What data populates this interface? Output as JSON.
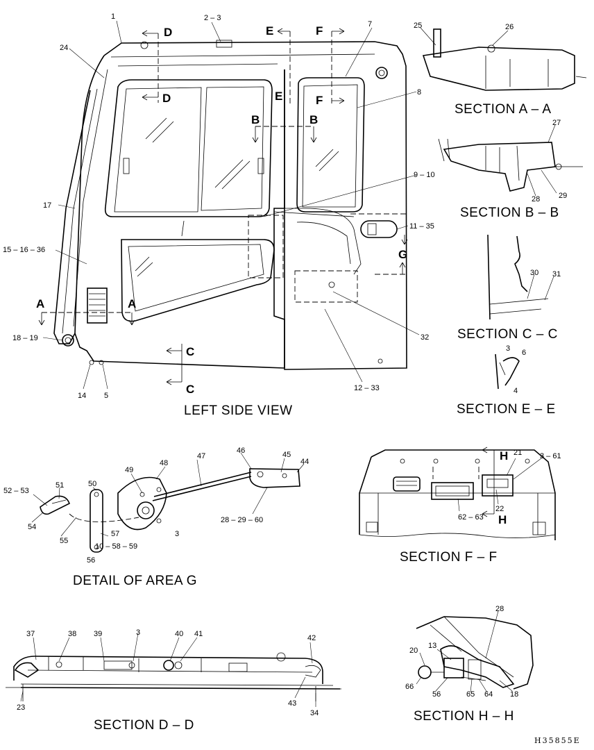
{
  "views": {
    "left_side": "LEFT SIDE VIEW",
    "section_aa": "SECTION A – A",
    "section_bb": "SECTION B – B",
    "section_cc": "SECTION C – C",
    "section_ee": "SECTION E – E",
    "section_ff": "SECTION F – F",
    "section_dd": "SECTION D – D",
    "section_hh": "SECTION H – H",
    "detail_g": "DETAIL OF AREA G"
  },
  "reference": "H35855E",
  "cut_letters": {
    "A": "A",
    "B": "B",
    "C": "C",
    "D": "D",
    "E": "E",
    "F": "F",
    "G": "G",
    "H": "H"
  },
  "callouts": {
    "n1": "1",
    "n2_3": "2 – 3",
    "n7": "7",
    "n8": "8",
    "n24": "24",
    "n17": "17",
    "n15_16_36": "15 – 16 – 36",
    "n18_19": "18 – 19",
    "n14": "14",
    "n5": "5",
    "n9_10": "9 – 10",
    "n11_35": "11 – 35",
    "n32": "32",
    "n12_33": "12 – 33",
    "n25": "25",
    "n26": "26",
    "n27": "27",
    "n28": "28",
    "n29": "29",
    "n30": "30",
    "n31": "31",
    "n3": "3",
    "n6": "6",
    "n4": "4",
    "n52_53": "52 – 53",
    "n51": "51",
    "n50": "50",
    "n49": "49",
    "n48": "48",
    "n47": "47",
    "n46": "46",
    "n45": "45",
    "n44": "44",
    "n28_29_60": "28 – 29 – 60",
    "n54": "54",
    "n55": "55",
    "n57": "57",
    "n10_58_59": "10 – 58 – 59",
    "n56": "56",
    "n21": "21",
    "n3_61": "3 – 61",
    "n22": "22",
    "n62_63": "62 – 63",
    "n37": "37",
    "n38": "38",
    "n39": "39",
    "n40": "40",
    "n41": "41",
    "n42": "42",
    "n23": "23",
    "n43": "43",
    "n34": "34",
    "n13": "13",
    "n20": "20",
    "n66": "66",
    "n65": "65",
    "n64": "64",
    "n18": "18"
  }
}
